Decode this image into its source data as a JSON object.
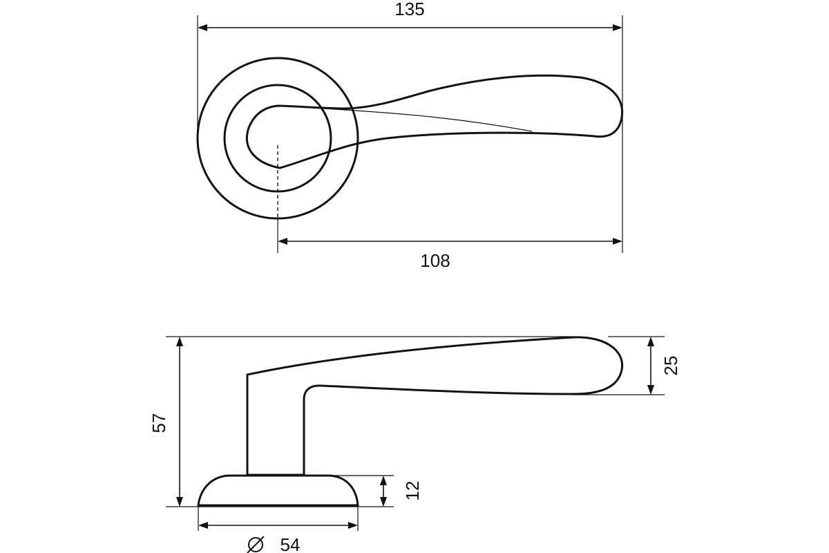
{
  "dimensions": {
    "overall_length": "135",
    "lever_length": "108",
    "total_height": "57",
    "handle_height": "25",
    "rose_height": "12",
    "rose_diameter": "54"
  }
}
